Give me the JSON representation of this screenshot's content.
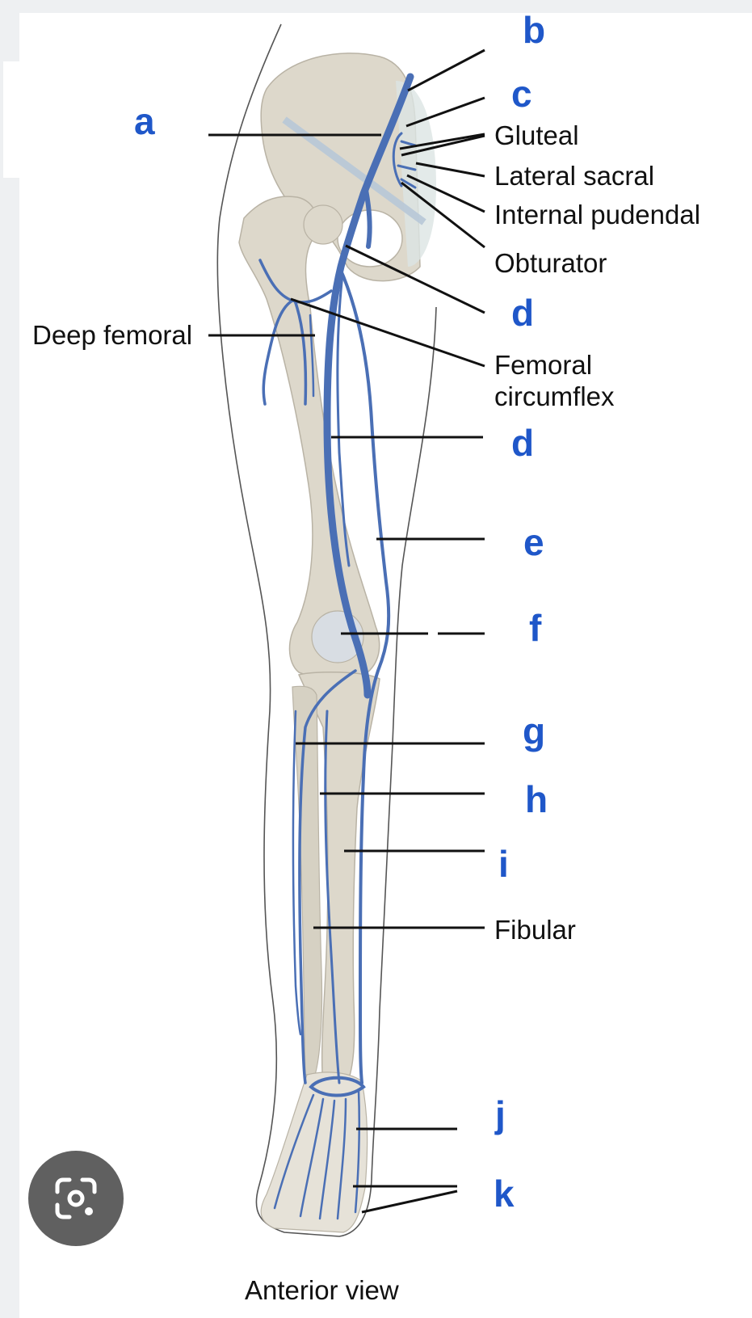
{
  "labels": {
    "a": "a",
    "b": "b",
    "c": "c",
    "d": "d",
    "e": "e",
    "f": "f",
    "g": "g",
    "h": "h",
    "i": "i",
    "j": "j",
    "k": "k",
    "gluteal": "Gluteal",
    "lateral_sacral": "Lateral sacral",
    "internal_pudendal": "Internal pudendal",
    "obturator": "Obturator",
    "deep_femoral": "Deep femoral",
    "femoral_circumflex": "Femoral circumflex",
    "fibular": "Fibular"
  },
  "caption": "Anterior view",
  "lens_button": {
    "icon": "lens-icon"
  },
  "colors": {
    "letter_label": "#1f57c9",
    "vein": "#4a6fb5",
    "bone": "#ddd8cb",
    "leader_line": "#111111"
  }
}
